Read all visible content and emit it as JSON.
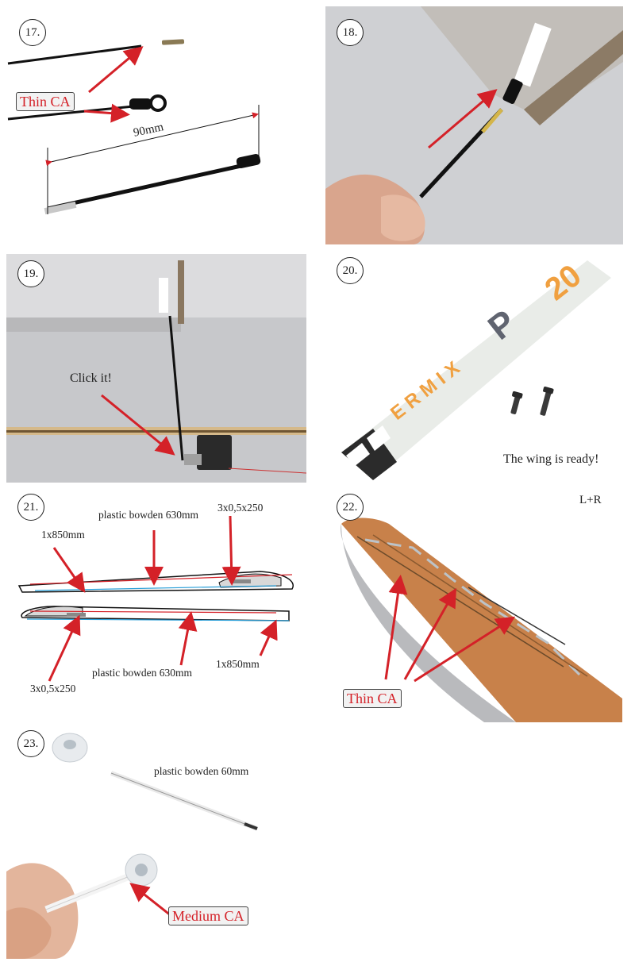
{
  "steps": [
    {
      "number": "17.",
      "labels": {
        "ca": "Thin CA",
        "length": "90mm"
      }
    },
    {
      "number": "18."
    },
    {
      "number": "19.",
      "labels": {
        "note": "Click it!"
      }
    },
    {
      "number": "20.",
      "labels": {
        "note": "The wing is ready!"
      }
    },
    {
      "number": "21.",
      "labels": {
        "bowden_top": "plastic bowden 630mm",
        "rod_top": "3x0,5x250",
        "wire_top": "1x850mm",
        "bowden_bottom": "plastic bowden 630mm",
        "rod_bottom": "3x0,5x250",
        "wire_bottom": "1x850mm"
      }
    },
    {
      "number": "22.",
      "labels": {
        "side": "L+R",
        "ca": "Thin CA"
      }
    },
    {
      "number": "23.",
      "labels": {
        "bowden": "plastic bowden 60mm",
        "ca": "Medium CA"
      }
    }
  ],
  "colors": {
    "arrow": "#d42128",
    "badge_text": "#d42128",
    "foam": "#cfd0d2",
    "sand": "#c8814a"
  }
}
